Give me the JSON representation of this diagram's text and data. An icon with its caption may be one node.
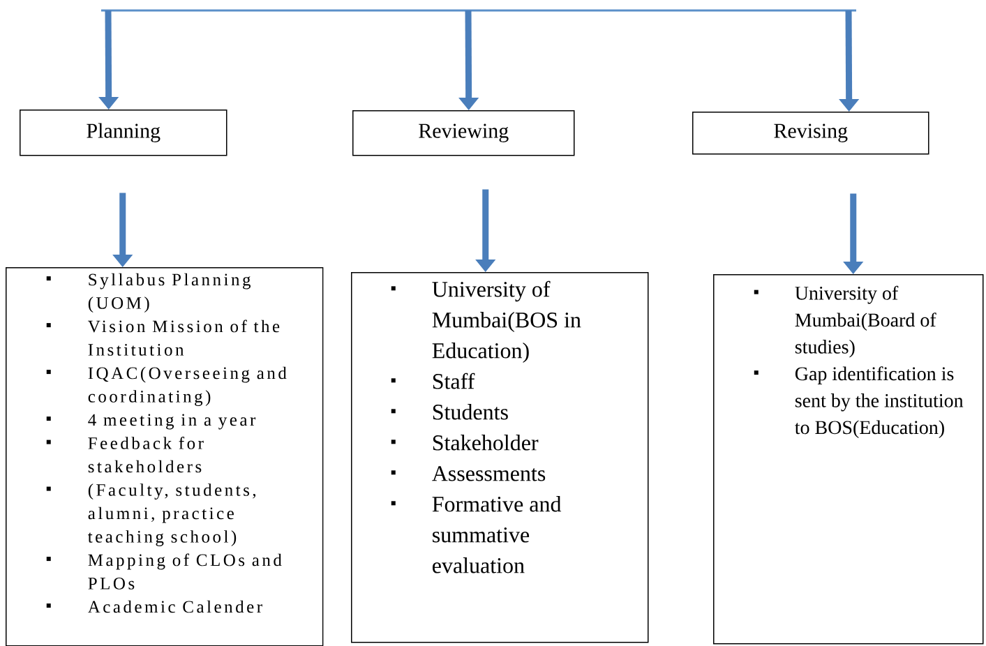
{
  "diagram": {
    "nodes": [
      {
        "text": [
          "Planning"
        ]
      },
      {
        "text": [
          "Reviewing"
        ]
      },
      {
        "text": [
          "Revising"
        ]
      },
      {
        "text": [
          "Syllabus Planning (UOM)",
          "Vision Mission of the Institution",
          "IQAC(Overseeing and coordinating)",
          "4 meeting in a year",
          "Feedback for stakeholders",
          "(Faculty, students, alumni, practice teaching school)",
          "Mapping of CLOs and PLOs",
          "Academic Calender"
        ]
      },
      {
        "text": [
          "University of Mumbai(BOS in Education)",
          "Staff",
          "Students",
          "Stakeholder",
          "Assessments",
          "Formative and summative evaluation"
        ]
      },
      {
        "text": [
          "University of Mumbai(Board of studies)",
          "Gap identification is sent by the institution to BOS(Education)"
        ]
      }
    ],
    "edges": [
      {
        "from": null,
        "to": 0,
        "arrow": "to"
      },
      {
        "from": null,
        "to": 1,
        "arrow": "to"
      },
      {
        "from": null,
        "to": 2,
        "arrow": "to"
      },
      {
        "from": 0,
        "to": 3,
        "arrow": "to"
      },
      {
        "from": 1,
        "to": 4,
        "arrow": "to"
      },
      {
        "from": 2,
        "to": 5,
        "arrow": "to"
      }
    ]
  }
}
